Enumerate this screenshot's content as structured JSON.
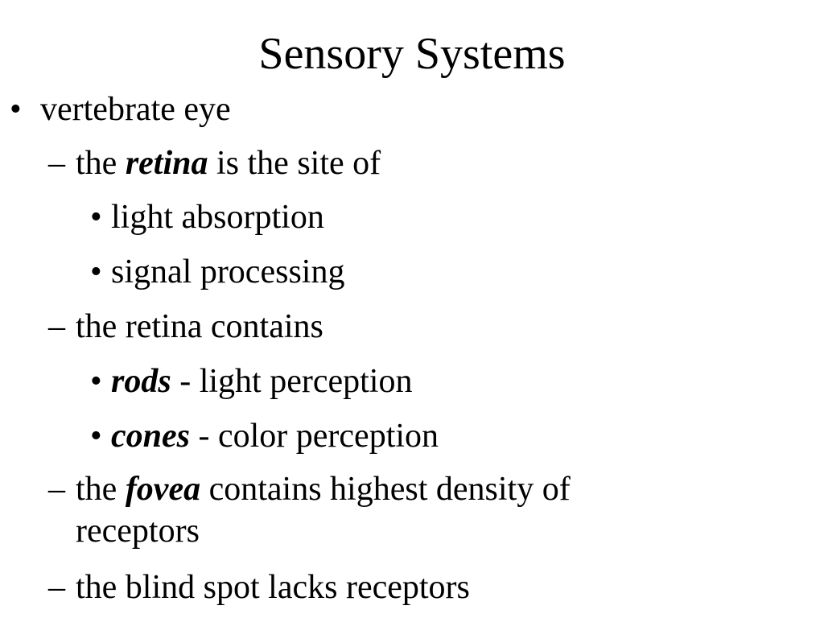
{
  "slide": {
    "title": "Sensory Systems",
    "bullet_l1": "•",
    "dash_l2": "–",
    "bullet_l3": "•",
    "items": [
      {
        "text": "vertebrate eye"
      },
      {
        "pre": "the ",
        "em": "retina",
        "post": " is the site of"
      },
      {
        "text": "light absorption"
      },
      {
        "text": "signal processing"
      },
      {
        "text": "the retina contains"
      },
      {
        "em": "rods",
        "post": " - light perception"
      },
      {
        "em": "cones",
        "post": " - color perception"
      },
      {
        "pre": "the ",
        "em": "fovea",
        "post": " contains highest density of"
      },
      {
        "text": "receptors"
      },
      {
        "text": "the blind spot lacks receptors"
      }
    ]
  }
}
